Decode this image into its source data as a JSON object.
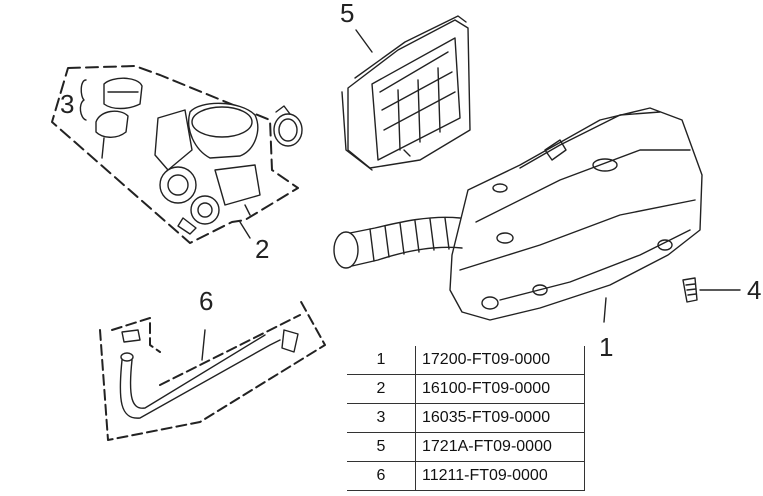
{
  "callouts": {
    "c1": "1",
    "c2": "2",
    "c3": "3",
    "c4": "4",
    "c5": "5",
    "c6": "6"
  },
  "parts": [
    {
      "num": "1",
      "code": "17200-FT09-0000"
    },
    {
      "num": "2",
      "code": "16100-FT09-0000"
    },
    {
      "num": "3",
      "code": "16035-FT09-0000"
    },
    {
      "num": "5",
      "code": "1721A-FT09-0000"
    },
    {
      "num": "6",
      "code": "11211-FT09-0000"
    }
  ]
}
